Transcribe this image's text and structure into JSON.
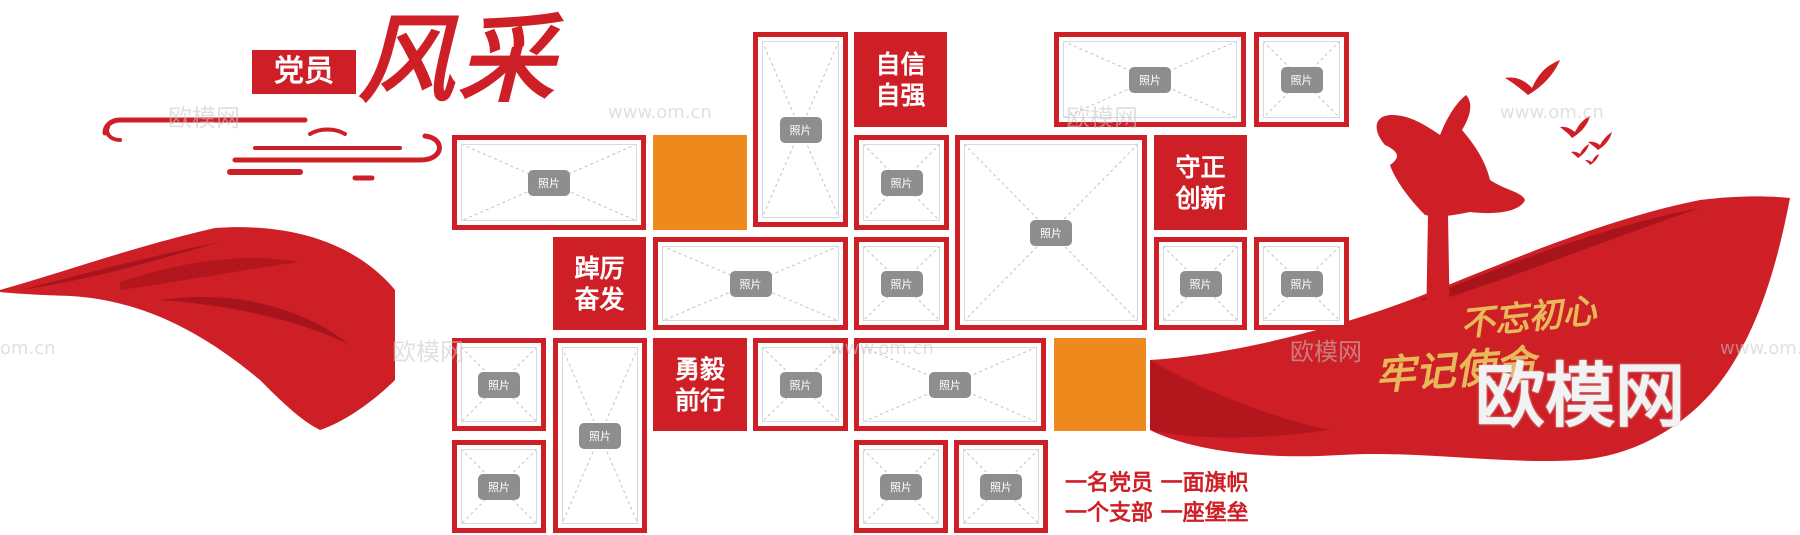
{
  "title": {
    "small": "党员",
    "big": "风采"
  },
  "photo_label": "照片",
  "slogans": [
    "自信自强",
    "守正创新",
    "踔厉奋发",
    "勇毅前行"
  ],
  "motto": [
    "一名党员 一面旗帜",
    "一个支部 一座堡垒"
  ],
  "gold_text": {
    "line1": "不忘初心",
    "line2": "牢记使命"
  },
  "watermark": {
    "cn": "欧模网",
    "url": "www.om.cn",
    "url_short": "om.cn"
  },
  "colors": {
    "red": "#cf1f26",
    "orange": "#ee8a1d",
    "gold": "#e7b95a"
  }
}
